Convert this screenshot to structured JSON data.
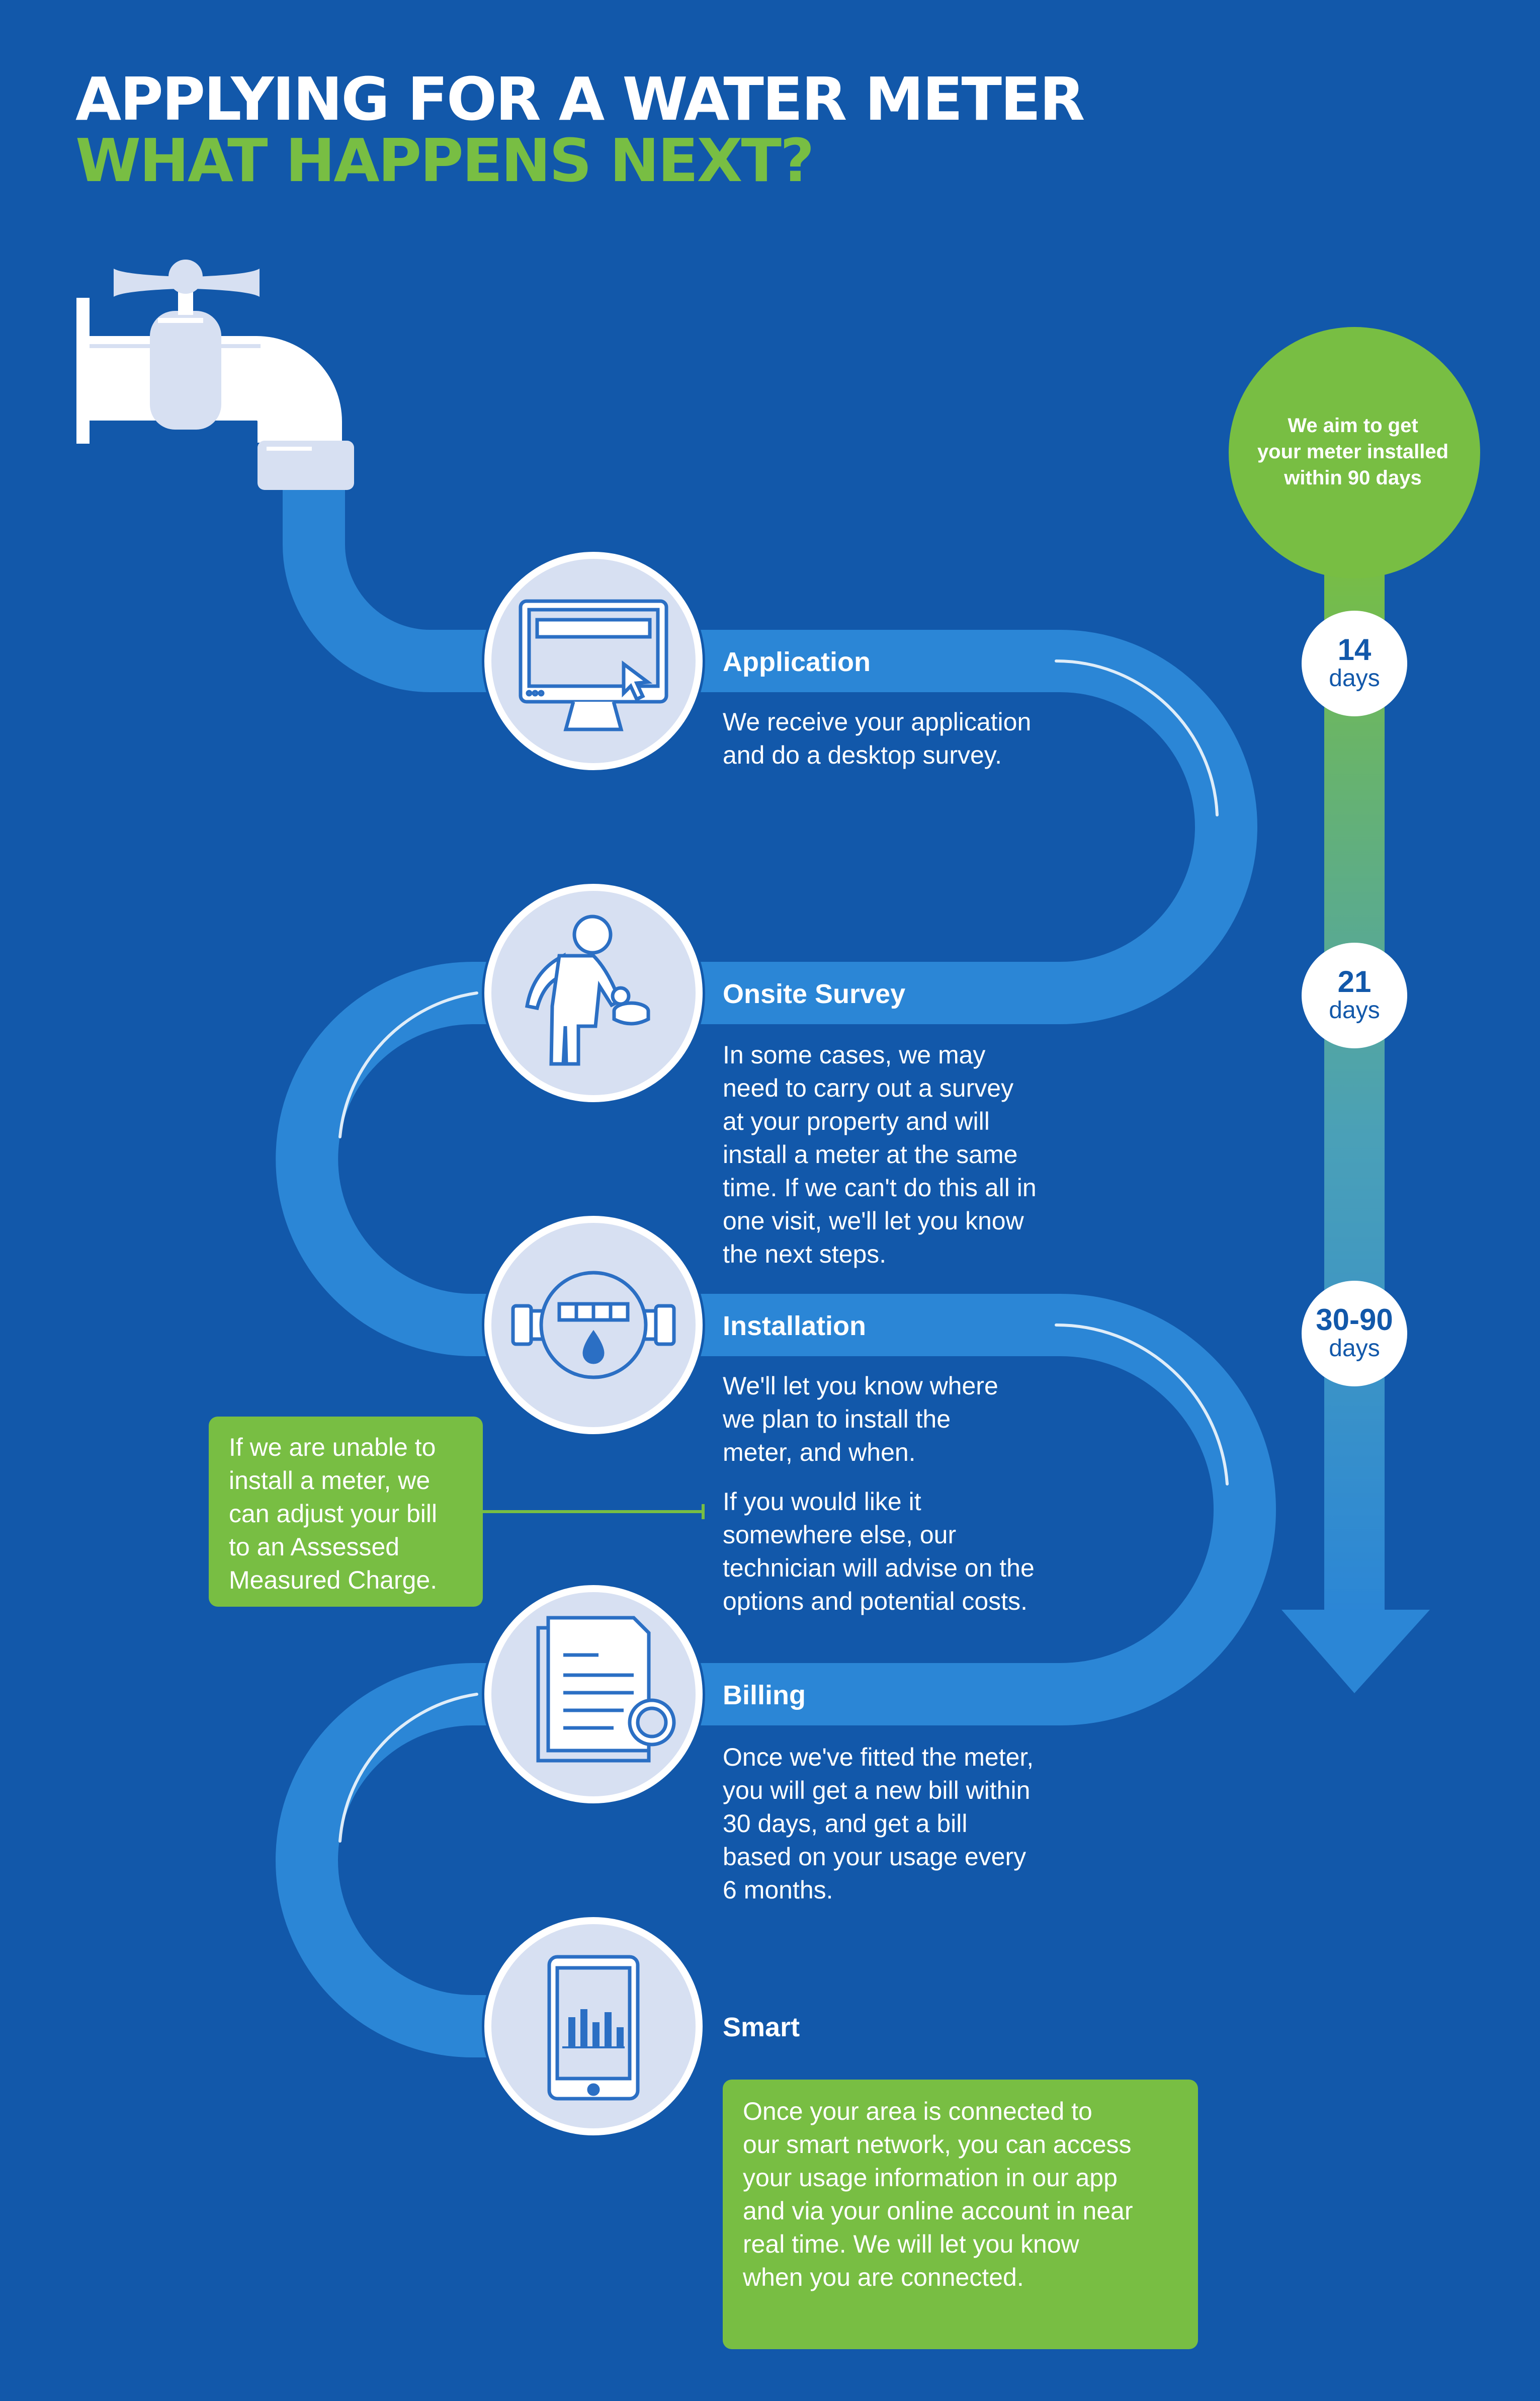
{
  "header": {
    "title_line1": "APPLYING FOR A WATER METER",
    "title_line2": "WHAT HAPPENS NEXT?"
  },
  "colors": {
    "background": "#1258aa",
    "accent_green": "#78be43",
    "pipe_blue": "#2b86d6",
    "icon_fill": "#d7e0f2",
    "icon_line": "#2b6fc4",
    "white": "#ffffff"
  },
  "steps": [
    {
      "title": "Application",
      "icon": "computer-monitor-icon",
      "description": "We receive your application\nand do a desktop survey."
    },
    {
      "title": "Onsite Survey",
      "icon": "surveyor-icon",
      "description": "In some cases, we may\nneed to carry out a survey\nat your property and will\ninstall a meter at the same\ntime. If we can't do this all in\none visit, we'll let you know\nthe next steps."
    },
    {
      "title": "Installation",
      "icon": "water-meter-icon",
      "description": "We'll let you know where\nwe plan to install the\nmeter, and when.",
      "description_extra": "If you would like it\nsomewhere else, our\ntechnician will advise on the\noptions and potential costs."
    },
    {
      "title": "Billing",
      "icon": "bill-document-icon",
      "description": "Once we've fitted the meter,\nyou will get a new bill within\n30 days, and get a bill\nbased on your usage every\n6 months."
    },
    {
      "title": "Smart",
      "icon": "smartphone-chart-icon",
      "description": "Once your area is connected to\nour smart network, you can access\nyour usage information in our app\nand via your online account in near\nreal time. We will let you know\nwhen you are connected."
    }
  ],
  "side_note": "If we are unable to\ninstall a meter, we\ncan adjust your bill\nto an Assessed\nMeasured Charge.",
  "timeline": {
    "aim": "We aim to get\nyour meter installed\nwithin 90 days",
    "markers": [
      {
        "value": "14",
        "unit": "days"
      },
      {
        "value": "21",
        "unit": "days"
      },
      {
        "value": "30-90",
        "unit": "days"
      }
    ]
  }
}
